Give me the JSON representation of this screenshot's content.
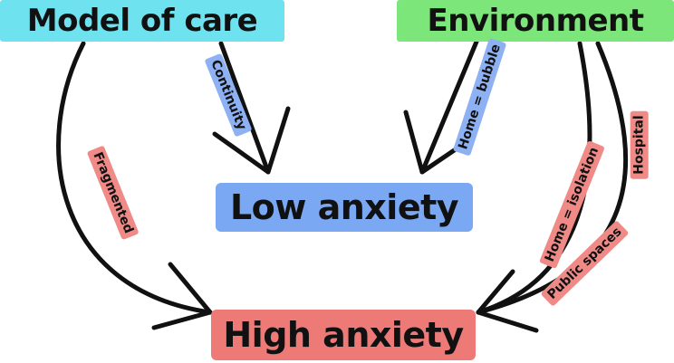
{
  "nodes": {
    "model_of_care": "Model of care",
    "environment": "Environment",
    "low_anxiety": "Low anxiety",
    "high_anxiety": "High anxiety"
  },
  "edge_labels": {
    "continuity": "Continuity",
    "fragmented": "Fragmented",
    "home_bubble": "Home = bubble",
    "home_isolation": "Home = isolation",
    "hospital": "Hospital",
    "public_spaces": "Public spaces"
  },
  "colors": {
    "model_of_care": "#6ee2ee",
    "environment": "#7ce67a",
    "low_anxiety": "#7aa8f3",
    "high_anxiety": "#ee7a78"
  }
}
